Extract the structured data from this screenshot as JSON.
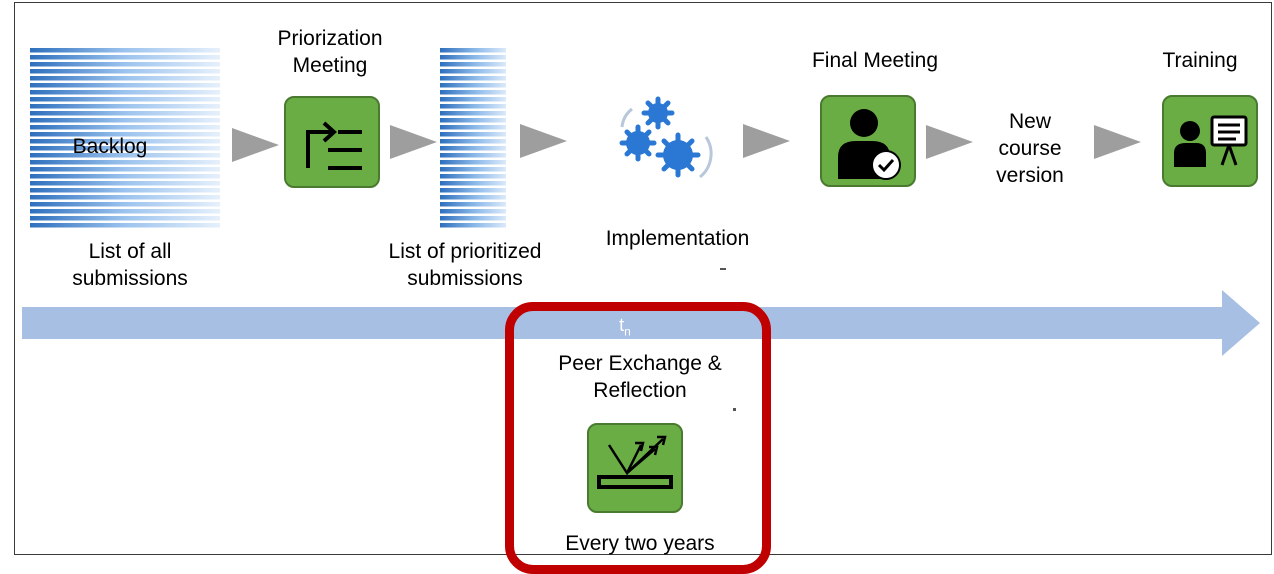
{
  "stages": {
    "backlog": {
      "label": "Backlog",
      "caption": "List of all\nsubmissions",
      "icon": "stacked-layers-icon"
    },
    "priorization": {
      "title": "Priorization\nMeeting",
      "icon": "reorder-list-icon"
    },
    "prioritized": {
      "caption": "List of prioritized\nsubmissions",
      "icon": "tall-stack-icon"
    },
    "implementation": {
      "caption": "Implementation",
      "icon": "gears-icon"
    },
    "final_meeting": {
      "title": "Final Meeting",
      "icon": "person-check-icon"
    },
    "new_version": {
      "label": "New\ncourse\nversion"
    },
    "training": {
      "title": "Training",
      "icon": "presenter-icon"
    }
  },
  "timeline": {
    "label": "t",
    "subscript": "n"
  },
  "peer_exchange": {
    "title": "Peer Exchange &\nReflection",
    "caption": "Every two years",
    "icon": "reflection-icon"
  },
  "colors": {
    "green": "#6aad45",
    "arrow": "#9e9e9e",
    "timeline": "#a7bfe3",
    "highlight": "#c00000",
    "stack": "#4a86c8"
  }
}
